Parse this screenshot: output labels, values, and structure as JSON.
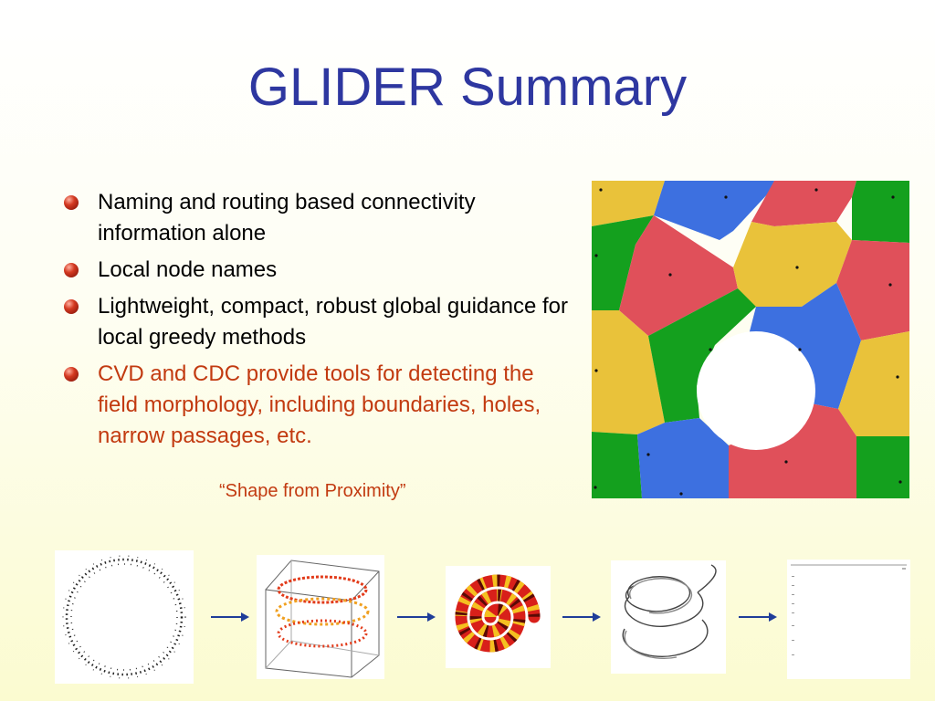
{
  "slide": {
    "title": "GLIDER Summary",
    "bullets": [
      {
        "text": "Naming and routing based connectivity information alone",
        "color": "black"
      },
      {
        "text": "Local node names",
        "color": "black"
      },
      {
        "text": "Lightweight, compact, robust global guidance for local greedy methods",
        "color": "black"
      },
      {
        "text": "CVD and CDC provide tools for detecting the field morphology, including boundaries, holes, narrow passages, etc.",
        "color": "#c23a10"
      }
    ],
    "caption": "“Shape from Proximity”"
  },
  "colors": {
    "title": "#2e37a0",
    "highlight_text": "#c23a10",
    "region_yellow": "#e9c23a",
    "region_blue": "#3d70e0",
    "region_red": "#e0505a",
    "region_green": "#14a01e",
    "arrow": "#1f3d99"
  },
  "figures": {
    "voronoi": "colored-voronoi-partition-with-hole",
    "pipeline": [
      "ring-point-cloud",
      "3d-helix-in-box",
      "colored-helix-tube",
      "gray-helix-sketch",
      "blank-chart-panel"
    ]
  }
}
